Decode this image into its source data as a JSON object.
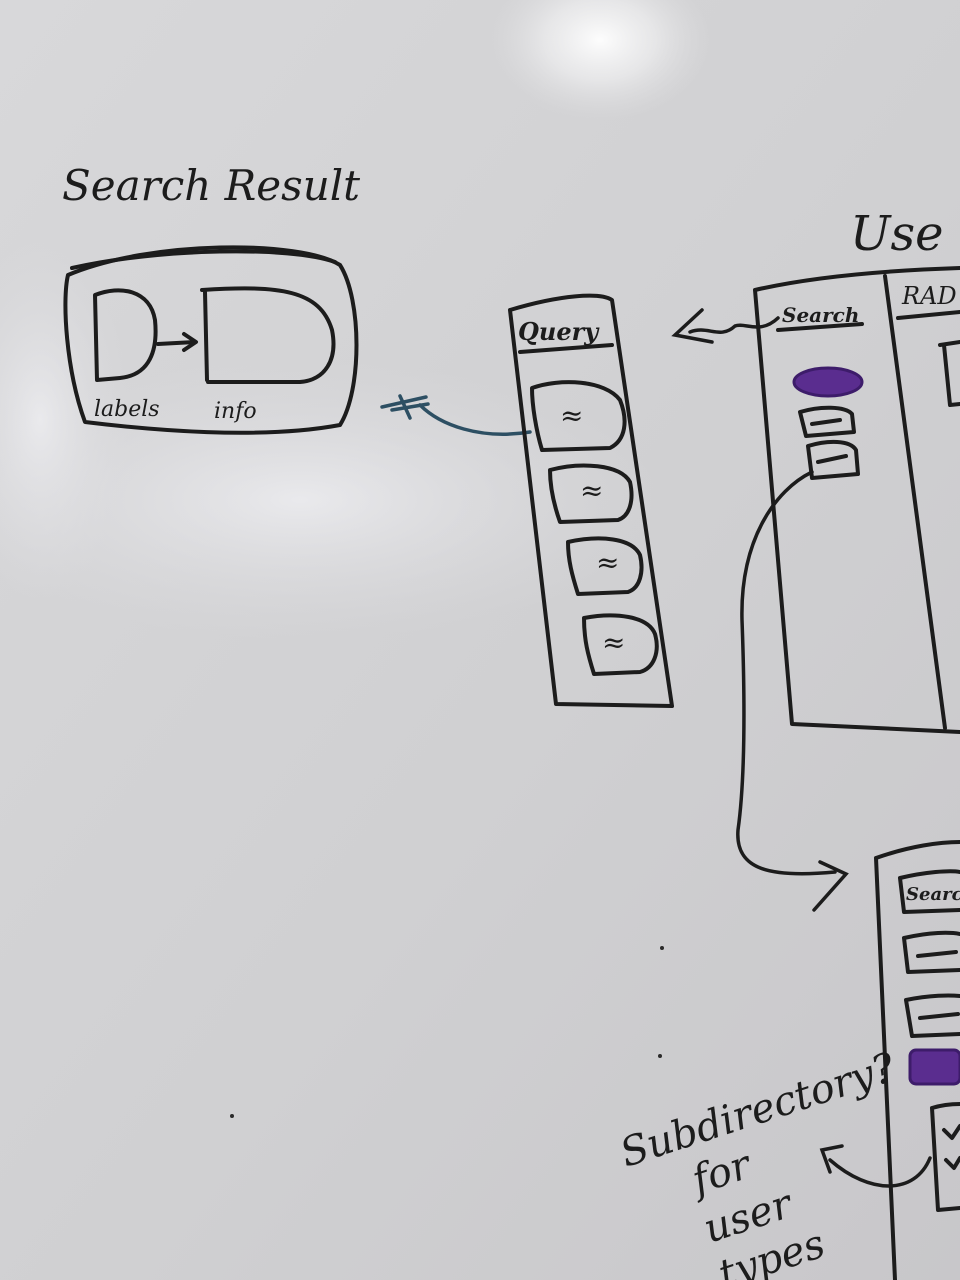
{
  "colors": {
    "board": "#d3d3d6",
    "ink_black": "#1c1c1c",
    "ink_blue": "#2d4f63",
    "ink_purple": "#5a2d8f"
  },
  "search_result": {
    "title": "Search Result",
    "labels_text": "labels",
    "info_text": "info"
  },
  "query_panel": {
    "header": "Query",
    "item_glyph": "≈"
  },
  "user_panel": {
    "title_fragment": "Use",
    "search_label": "Search",
    "tab_fragment": "RAD"
  },
  "sub_panel": {
    "search_label": "Search"
  },
  "note": {
    "lines": [
      "Subdirectory?",
      "for",
      "user",
      "types"
    ]
  }
}
